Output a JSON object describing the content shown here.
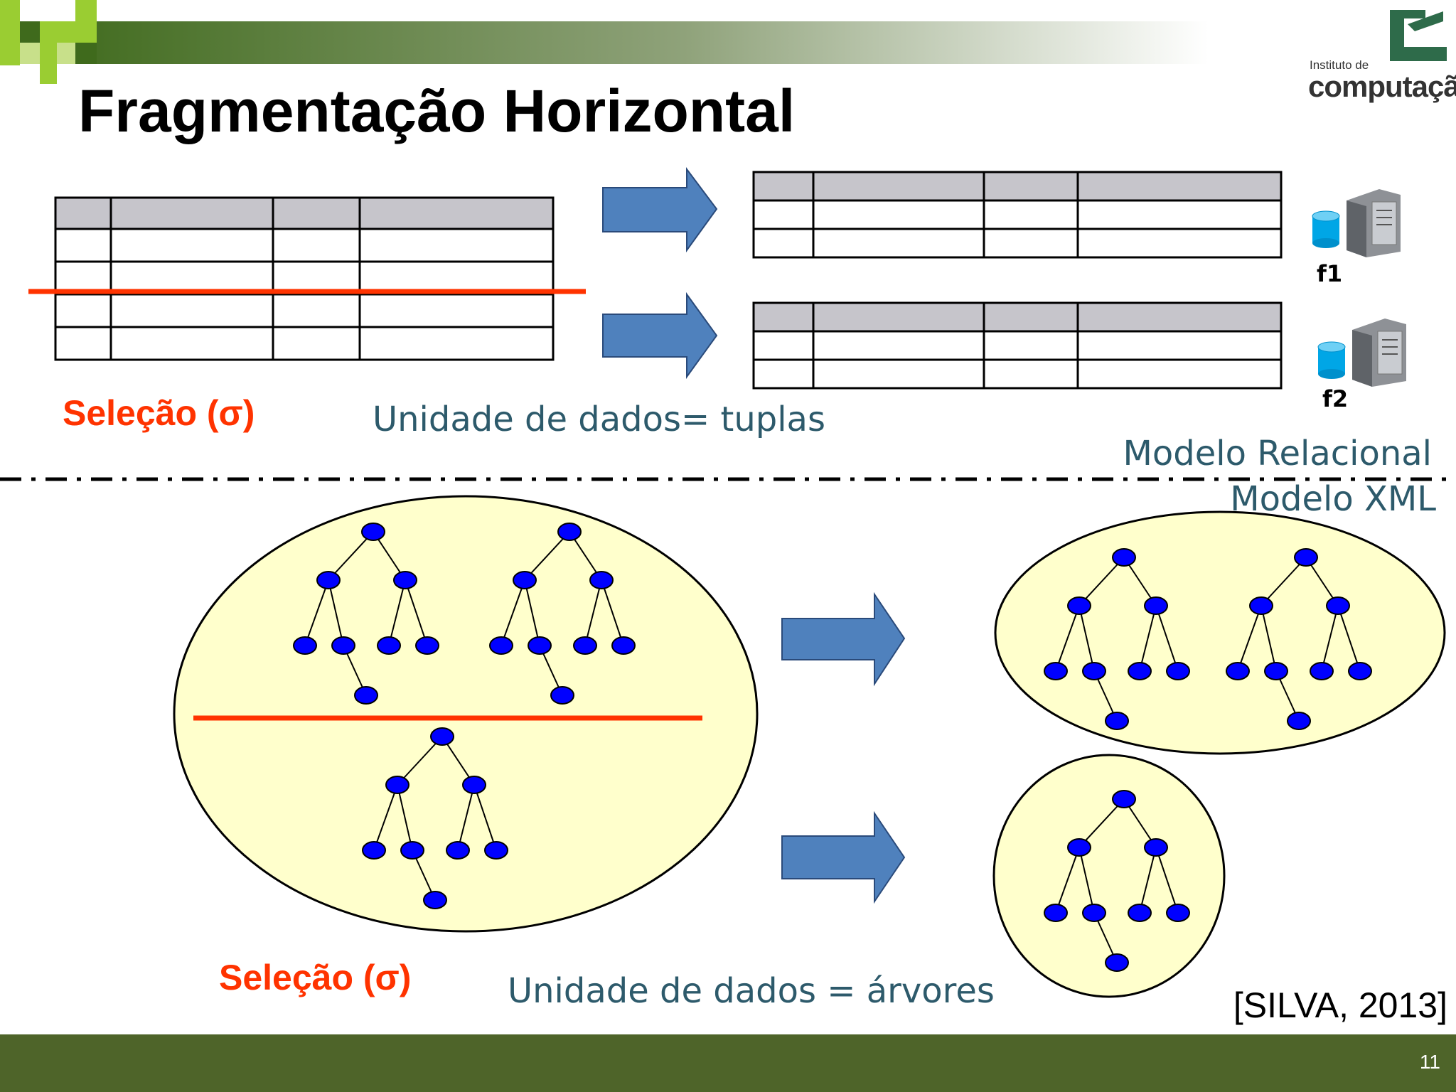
{
  "slide": {
    "title": "Fragmentação Horizontal",
    "page_number": "11",
    "citation": "[SILVA, 2013]"
  },
  "logo": {
    "line1": "Instituto de",
    "line2": "computação"
  },
  "relational": {
    "selection_label": "Seleção (σ)",
    "unit_label": "Unidade de dados= tuplas",
    "model_label": "Modelo Relacional",
    "fragments": [
      "f1",
      "f2"
    ]
  },
  "xml": {
    "selection_label": "Seleção (σ)",
    "unit_label": "Unidade de dados = árvores",
    "model_label": "Modelo XML"
  },
  "colors": {
    "accent_red": "#ff3300",
    "arrow_blue": "#4f81bd",
    "node_blue": "#0000ff",
    "ellipse_fill": "#ffffcc",
    "footer_green": "#4e6429",
    "text_teal": "#2d5a6b",
    "header_gray": "#c6c5cb"
  }
}
